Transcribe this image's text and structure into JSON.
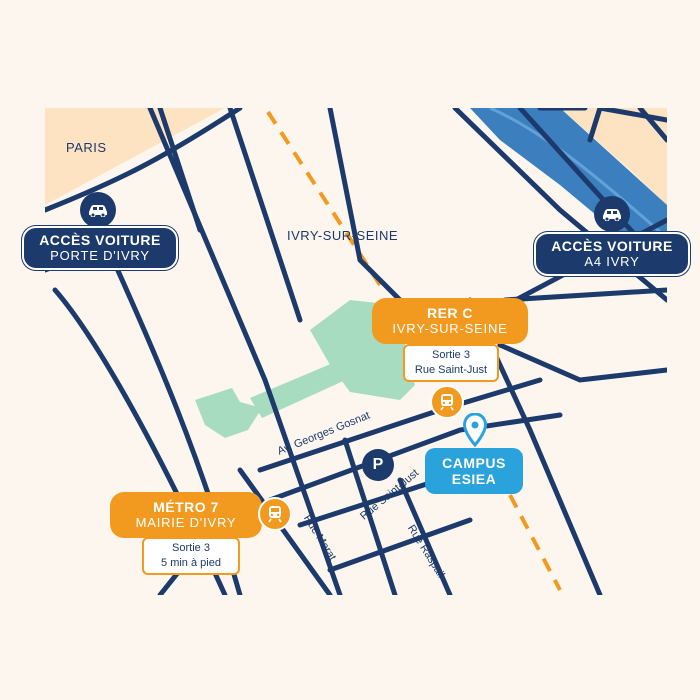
{
  "labels": {
    "paris": "PARIS",
    "ivry_sur_seine": "IVRY-SUR-SEINE"
  },
  "streets": {
    "georges_gosnat": "Av. Georges Gosnat",
    "marat": "Rue Marat",
    "saint_just": "Rue Saint-Just",
    "raspail": "Rue Raspail"
  },
  "car_access_left": {
    "title": "ACCÈS VOITURE",
    "subtitle": "PORTE D'IVRY",
    "icon": "car-icon"
  },
  "car_access_right": {
    "title": "ACCÈS VOITURE",
    "subtitle": "A4 IVRY",
    "icon": "car-icon"
  },
  "rer": {
    "title": "RER C",
    "subtitle": "IVRY-SUR-SEINE",
    "exit": "Sortie 3",
    "exit_street": "Rue Saint-Just",
    "icon": "train-icon"
  },
  "metro": {
    "title": "MÉTRO 7",
    "subtitle": "MAIRIE D'IVRY",
    "exit": "Sortie 3",
    "exit_detail": "5 min à pied",
    "icon": "train-icon"
  },
  "campus": {
    "line1": "CAMPUS",
    "line2": "ESIEA",
    "icon": "location-pin-icon"
  },
  "parking": {
    "letter": "P"
  },
  "colors": {
    "background": "#fdf6ee",
    "navy": "#1c3a6b",
    "orange": "#f29a1f",
    "campus_blue": "#2aa3dc",
    "river": "#3b7fbf",
    "park": "#a8dcc0",
    "paris_zone": "#fde3c2"
  }
}
